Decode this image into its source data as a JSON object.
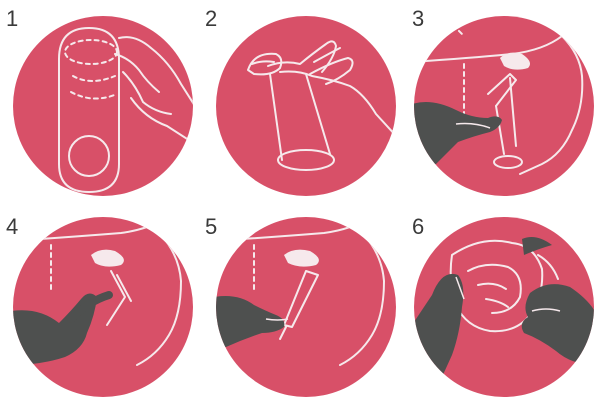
{
  "colors": {
    "circle_fill": "#d85068",
    "outline": "#f6e9ec",
    "hand": "#4e504f",
    "number": "#3a3a3a",
    "background": "#ffffff"
  },
  "steps": [
    {
      "number": "1",
      "icon": "folded-tampon-applicator-icon"
    },
    {
      "number": "2",
      "icon": "hand-holding-applicator-icon"
    },
    {
      "number": "3",
      "icon": "applicator-insertion-start-icon"
    },
    {
      "number": "4",
      "icon": "finger-pushing-plunger-icon"
    },
    {
      "number": "5",
      "icon": "applicator-removal-icon"
    },
    {
      "number": "6",
      "icon": "hands-unfolding-wrapper-icon"
    }
  ]
}
